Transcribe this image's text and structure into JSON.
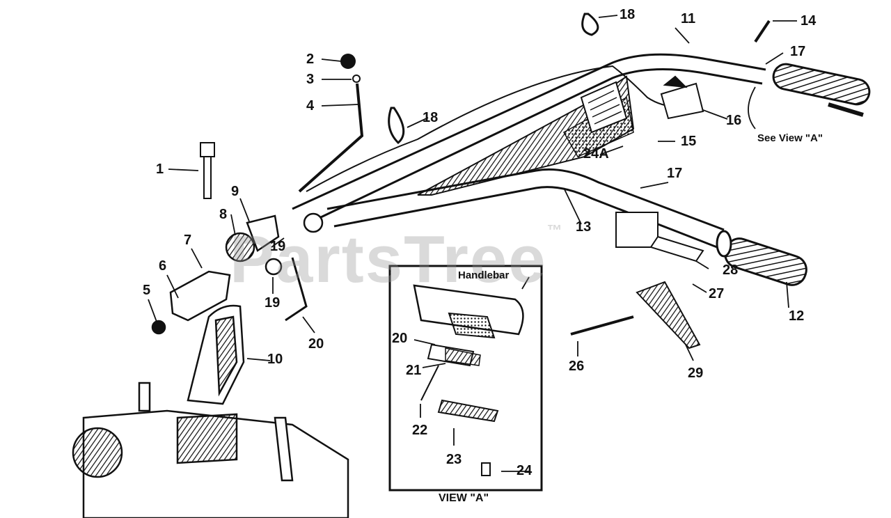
{
  "watermark": {
    "text": "PartsTree",
    "mark": "™"
  },
  "callouts": {
    "c1": "1",
    "c2": "2",
    "c3": "3",
    "c4": "4",
    "c5": "5",
    "c6": "6",
    "c7": "7",
    "c8": "8",
    "c9": "9",
    "c10": "10",
    "c11": "11",
    "c12": "12",
    "c13": "13",
    "c14": "14",
    "c15": "15",
    "c16": "16",
    "c17a": "17",
    "c17b": "17",
    "c18a": "18",
    "c18b": "18",
    "c19a": "19",
    "c19b": "19",
    "c20a": "20",
    "c20b": "20",
    "c21": "21",
    "c22": "22",
    "c23": "23",
    "c24": "24",
    "c24a": "24A",
    "c26": "26",
    "c27": "27",
    "c28": "28",
    "c29": "29"
  },
  "view_a": {
    "title": "VIEW \"A\"",
    "handlebar_label": "Handlebar",
    "see_view": "See View \"A\""
  },
  "colors": {
    "ink": "#111111",
    "paper": "#ffffff",
    "watermark": "#969696"
  }
}
